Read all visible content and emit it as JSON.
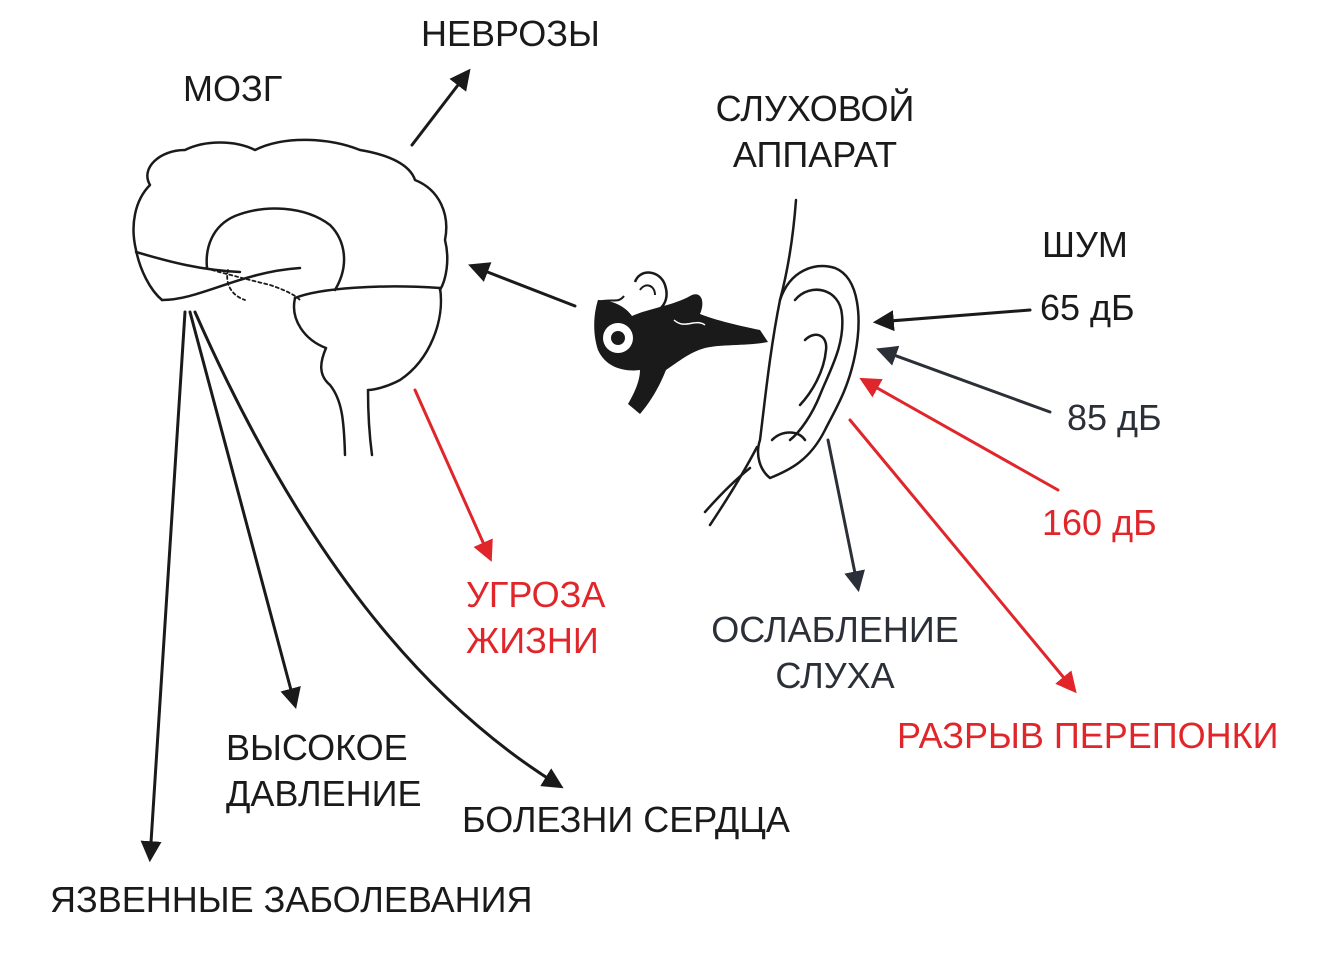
{
  "labels": {
    "brain": "МОЗГ",
    "neuroses": "НЕВРОЗЫ",
    "hearing_apparatus": [
      "СЛУХОВОЙ",
      "АППАРАТ"
    ],
    "noise": "ШУМ",
    "db65": "65 дБ",
    "db85": "85 дБ",
    "db160": "160 дБ",
    "life_threat": [
      "УГРОЗА",
      "ЖИЗНИ"
    ],
    "hearing_loss": [
      "ОСЛАБЛЕНИЕ",
      "СЛУХА"
    ],
    "eardrum_rupture": "РАЗРЫВ ПЕРЕПОНКИ",
    "high_pressure": [
      "ВЫСОКОЕ",
      "ДАВЛЕНИЕ"
    ],
    "heart_disease": "БОЛЕЗНИ СЕРДЦА",
    "ulcer_diseases": "ЯЗВЕННЫЕ ЗАБОЛЕВАНИЯ"
  },
  "colors": {
    "black": "#1a1a1a",
    "dark_gray": "#2b3038",
    "red": "#e0262b"
  }
}
